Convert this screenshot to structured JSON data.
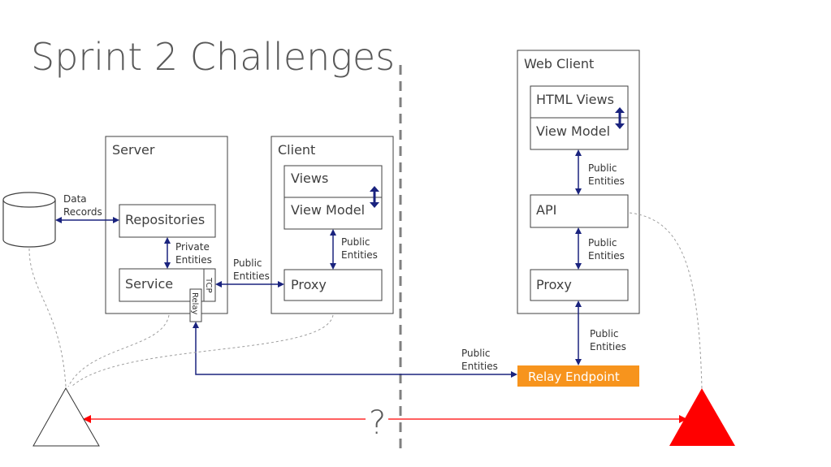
{
  "title": "Sprint 2 Challenges",
  "server": {
    "label": "Server",
    "repositories": "Repositories",
    "service": "Service",
    "tcp": "TCP",
    "relay": "Relay"
  },
  "client": {
    "label": "Client",
    "views": "Views",
    "view_model": "View Model",
    "proxy": "Proxy"
  },
  "web_client": {
    "label": "Web Client",
    "html_views": "HTML Views",
    "view_model": "View Model",
    "api": "API",
    "proxy": "Proxy"
  },
  "relay_endpoint": "Relay Endpoint",
  "labels": {
    "data_records_1": "Data",
    "data_records_2": "Records",
    "private_entities_1": "Private",
    "private_entities_2": "Entities",
    "public_entities_1": "Public",
    "public_entities_2": "Entities"
  },
  "question_mark": "?",
  "colors": {
    "arrow": "#1a237e",
    "relay_endpoint": "#f7941d",
    "red": "#ff0000",
    "divider": "#808080"
  }
}
